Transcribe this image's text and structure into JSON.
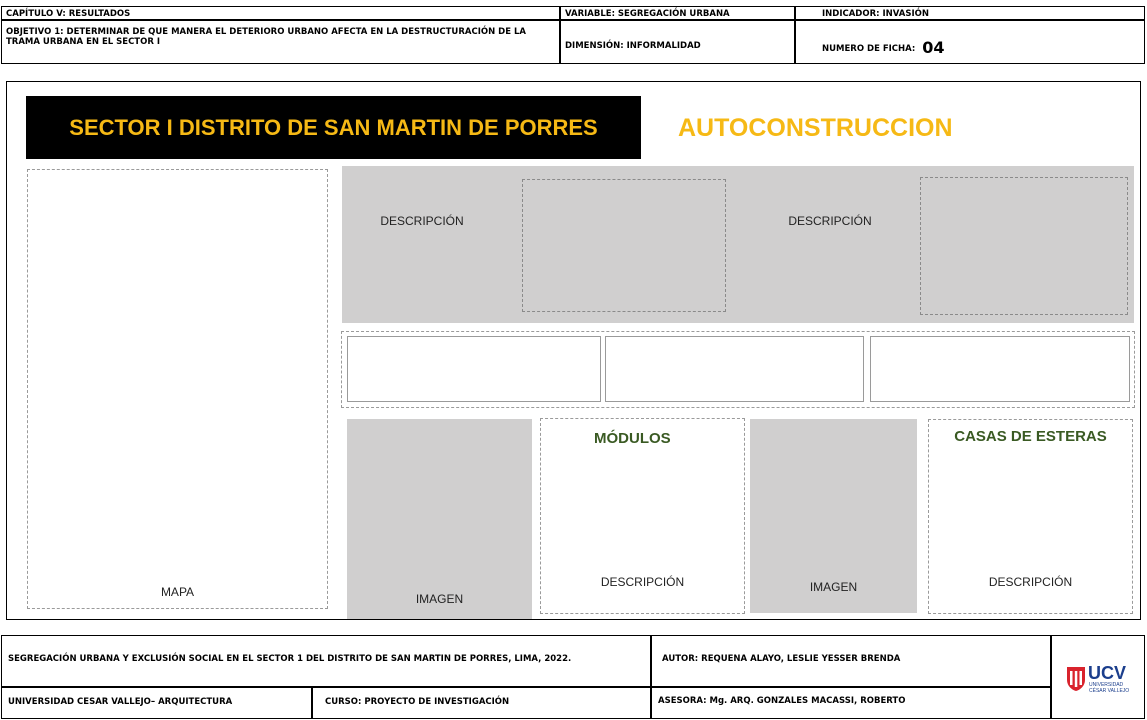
{
  "header": {
    "chapter": "CAPÍTULO V: RESULTADOS",
    "objective": "OBJETIVO 1: DETERMINAR DE QUE MANERA EL DETERIORO URBANO AFECTA EN LA DESTRUCTURACIÓN DE LA TRAMA URBANA EN EL SECTOR I",
    "variable": "VARIABLE: SEGREGACIÓN URBANA",
    "dimension": "DIMENSIÓN: INFORMALIDAD",
    "indicator": "INDICADOR: INVASIÓN",
    "sheet_label": "NUMERO DE FICHA:",
    "sheet_number": "04"
  },
  "main": {
    "sector_title": "SECTOR I DISTRITO DE SAN MARTIN DE PORRES",
    "topic_title": "AUTOCONSTRUCCION",
    "map_label": "MAPA",
    "desc_label_1": "DESCRIPCIÓN",
    "desc_label_2": "DESCRIPCIÓN",
    "modulos_title": "MÓDULOS",
    "modulos_desc": "DESCRIPCIÓN",
    "casas_title": "CASAS DE ESTERAS",
    "casas_desc": "DESCRIPCIÓN",
    "image_label_1": "IMAGEN",
    "image_label_2": "IMAGEN"
  },
  "footer": {
    "thesis_title": "SEGREGACIÓN URBANA Y EXCLUSIÓN SOCIAL EN EL SECTOR 1 DEL DISTRITO DE SAN MARTIN DE PORRES, LIMA, 2022.",
    "author": "AUTOR: REQUENA ALAYO, LESLIE YESSER BRENDA",
    "university": "UNIVERSIDAD CESAR VALLEJO– ARQUITECTURA",
    "course": "CURSO: PROYECTO DE INVESTIGACIÓN",
    "advisor": "ASESORA: Mg. ARQ. GONZALES MACASSI, ROBERTO",
    "logo_text": "UCV",
    "logo_subtext_1": "UNIVERSIDAD",
    "logo_subtext_2": "CÉSAR VALLEJO"
  },
  "colors": {
    "title_yellow": "#f6b915",
    "label_green": "#3a5a23",
    "panel_gray": "#d0cfcf",
    "logo_red": "#d9232d",
    "logo_blue": "#1b3e8c"
  }
}
